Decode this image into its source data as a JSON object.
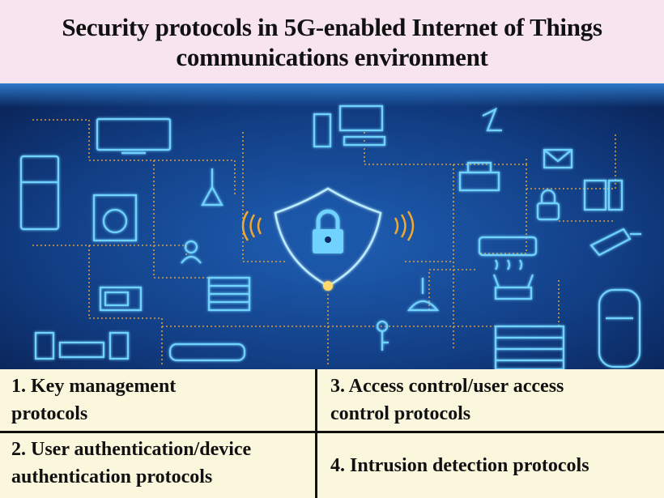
{
  "title": {
    "line1": "Security protocols in 5G-enabled Internet of Things",
    "line2": "communications environment"
  },
  "protocols": [
    {
      "line1": "1. Key management",
      "line2": "protocols"
    },
    {
      "line1": "2. User authentication/device",
      "line2": "authentication protocols"
    },
    {
      "line1": "3. Access control/user access",
      "line2": "control protocols"
    },
    {
      "line1": "4. Intrusion detection protocols"
    }
  ],
  "colors": {
    "title_bg": "#f8e4ee",
    "scene_bg": "#0c2a63",
    "icon_glow": "#6fd3ff",
    "link_dots": "#f0a830",
    "table_bg": "#fbf7dc"
  },
  "icons": [
    "tv-icon",
    "desktop-computer-icon",
    "refrigerator-icon",
    "washing-machine-icon",
    "lamp-icon",
    "printer-icon",
    "mail-icon",
    "lock-icon",
    "air-conditioner-icon",
    "security-camera-icon",
    "router-icon",
    "car-icon",
    "microwave-icon",
    "speaker-icon",
    "garage-door-icon",
    "key-icon",
    "shield-lock-icon",
    "user-icon",
    "blinds-icon",
    "robot-vacuum-icon"
  ]
}
